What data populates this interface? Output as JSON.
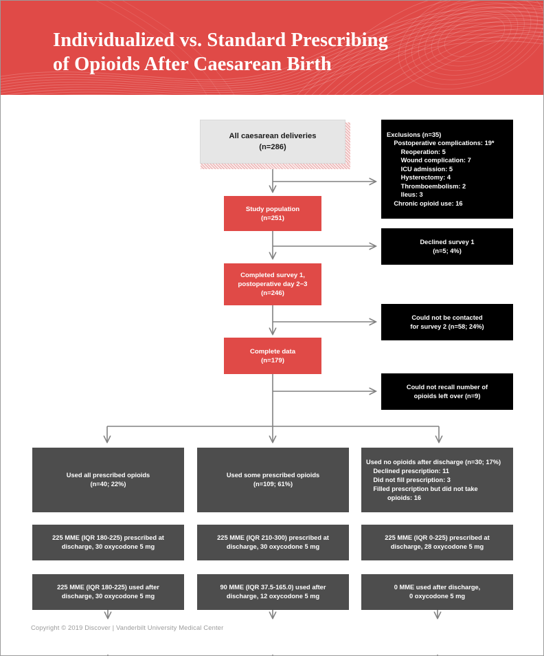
{
  "header": {
    "title_line1": "Individualized vs. Standard Prescribing",
    "title_line2": "of Opioids After Caesarean Birth",
    "background_color": "#e04a47",
    "text_color": "#ffffff"
  },
  "colors": {
    "red": "#e04a47",
    "black": "#000000",
    "dark_gray": "#4d4d4d",
    "light_gray": "#e6e6e6",
    "connector_gray": "#808080",
    "footer_gray": "#9b9b9b"
  },
  "flow": {
    "all_deliveries": {
      "line1": "All caesarean deliveries",
      "line2": "(n=286)"
    },
    "study_population": {
      "line1": "Study population",
      "line2": "(n=251)"
    },
    "completed_survey1": {
      "line1": "Completed survey 1,",
      "line2": "postoperative day 2−3",
      "line3": "(n=246)"
    },
    "complete_data": {
      "line1": "Complete data",
      "line2": "(n=179)"
    },
    "exclusions": {
      "line1": "Exclusions (n=35)",
      "line2": "    Postoperative complications: 19*",
      "line3": "        Reoperation: 5",
      "line4": "        Wound complication: 7",
      "line5": "        ICU admission: 5",
      "line6": "        Hysterectomy: 4",
      "line7": "        Thromboembolism: 2",
      "line8": "        Ileus: 3",
      "line9": "    Chronic opioid use: 16"
    },
    "declined_survey1": {
      "line1": "Declined survey 1",
      "line2": "(n=5; 4%)"
    },
    "not_contacted_survey2": {
      "line1": "Could not be contacted",
      "line2": "for survey 2 (n=58; 24%)"
    },
    "could_not_recall": {
      "line1": "Could not recall number of",
      "line2": "opioids left over (n=9)"
    }
  },
  "outcomes": {
    "used_all": {
      "header": {
        "line1": "Used all prescribed opioids",
        "line2": "(n=40; 22%)"
      },
      "prescribed": {
        "line1": "225 MME (IQR 180-225) prescribed at",
        "line2": "discharge, 30 oxycodone 5 mg"
      },
      "used": {
        "line1": "225 MME (IQR 180-225) used after",
        "line2": "discharge, 30 oxycodone 5 mg"
      }
    },
    "used_some": {
      "header": {
        "line1": "Used some prescribed opioids",
        "line2": "(n=109; 61%)"
      },
      "prescribed": {
        "line1": "225 MME (IQR 210-300) prescribed at",
        "line2": "discharge, 30 oxycodone 5 mg"
      },
      "used": {
        "line1": "90 MME (IQR 37.5-165.0) used after",
        "line2": "discharge, 12 oxycodone 5 mg"
      }
    },
    "used_none": {
      "header": {
        "line1": "Used no opioids after discharge (n=30; 17%)",
        "line2": "    Declined prescription: 11",
        "line3": "    Did not fill prescription: 3",
        "line4": "    Filled prescription but did not take",
        "line5": "            opioids: 16"
      },
      "prescribed": {
        "line1": "225 MME (IQR 0-225) prescribed at",
        "line2": "discharge, 28 oxycodone 5 mg"
      },
      "used": {
        "line1": "0 MME used after discharge,",
        "line2": "0 oxycodone 5 mg"
      }
    }
  },
  "footer": {
    "copyright": "Copyright © 2019 Discover | Vanderbilt University Medical Center"
  }
}
